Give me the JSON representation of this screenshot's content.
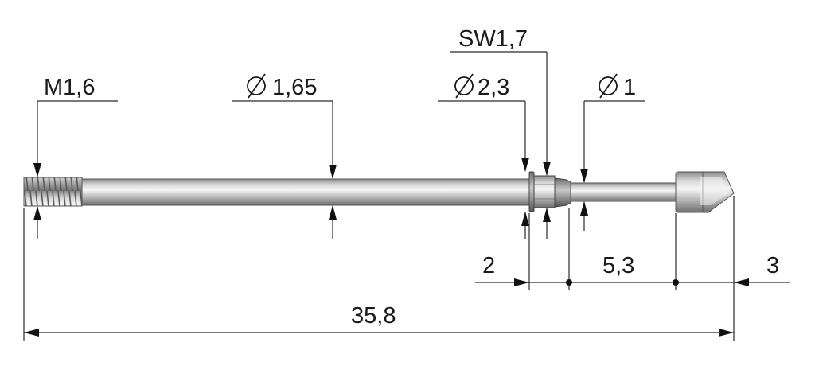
{
  "drawing": {
    "labels": {
      "thread": "M1,6",
      "shaft_diameter": "1,65",
      "collar_diameter": "2,3",
      "wrench_size": "SW1,7",
      "tip_diameter": "1",
      "collar_length": "2",
      "tip_section_length": "5,3",
      "head_length": "3",
      "overall_length": "35,8"
    }
  }
}
